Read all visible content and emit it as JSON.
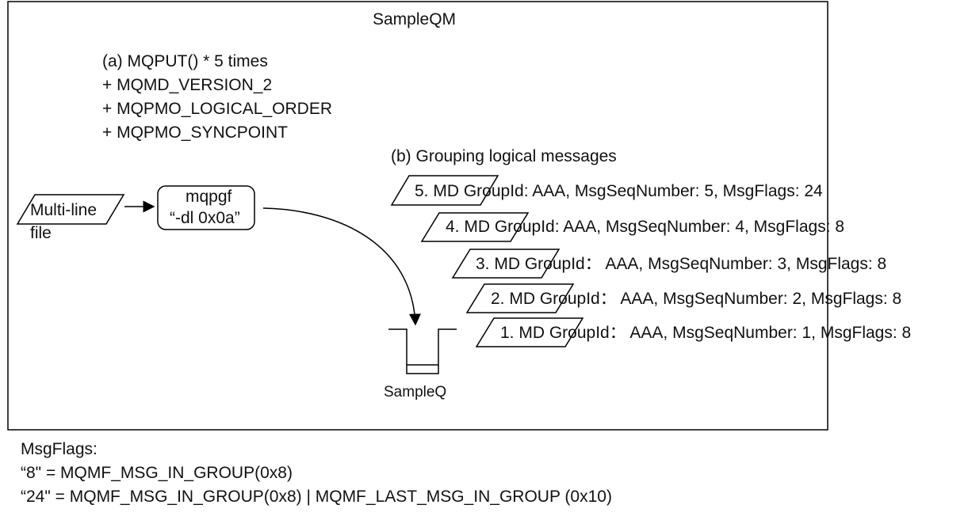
{
  "queue_manager": {
    "title": "SampleQM"
  },
  "put_options": {
    "lines": [
      "(a) MQPUT() * 5 times",
      "+ MQMD_VERSION_2",
      "+ MQPMO_LOGICAL_ORDER",
      "+ MQPMO_SYNCPOINT"
    ]
  },
  "input_file": {
    "line1": "Multi-line",
    "line2": "file"
  },
  "mqpgf": {
    "line1": "mqpgf",
    "line2": "“-dl 0x0a”"
  },
  "queue": {
    "label": "SampleQ"
  },
  "grouping": {
    "title": "(b) Grouping logical messages",
    "messages": [
      "5. MD GroupId: AAA, MsgSeqNumber: 5, MsgFlags: 24",
      "4. MD GroupId: AAA, MsgSeqNumber: 4, MsgFlags: 8",
      "3. MD GroupId： AAA, MsgSeqNumber: 3, MsgFlags: 8",
      "2. MD GroupId： AAA, MsgSeqNumber: 2, MsgFlags: 8",
      "1. MD GroupId： AAA, MsgSeqNumber: 1, MsgFlags: 8"
    ]
  },
  "legend": {
    "title": "MsgFlags:",
    "lines": [
      "“8\" = MQMF_MSG_IN_GROUP(0x8)",
      "“24\" = MQMF_MSG_IN_GROUP(0x8) | MQMF_LAST_MSG_IN_GROUP (0x10)"
    ]
  }
}
